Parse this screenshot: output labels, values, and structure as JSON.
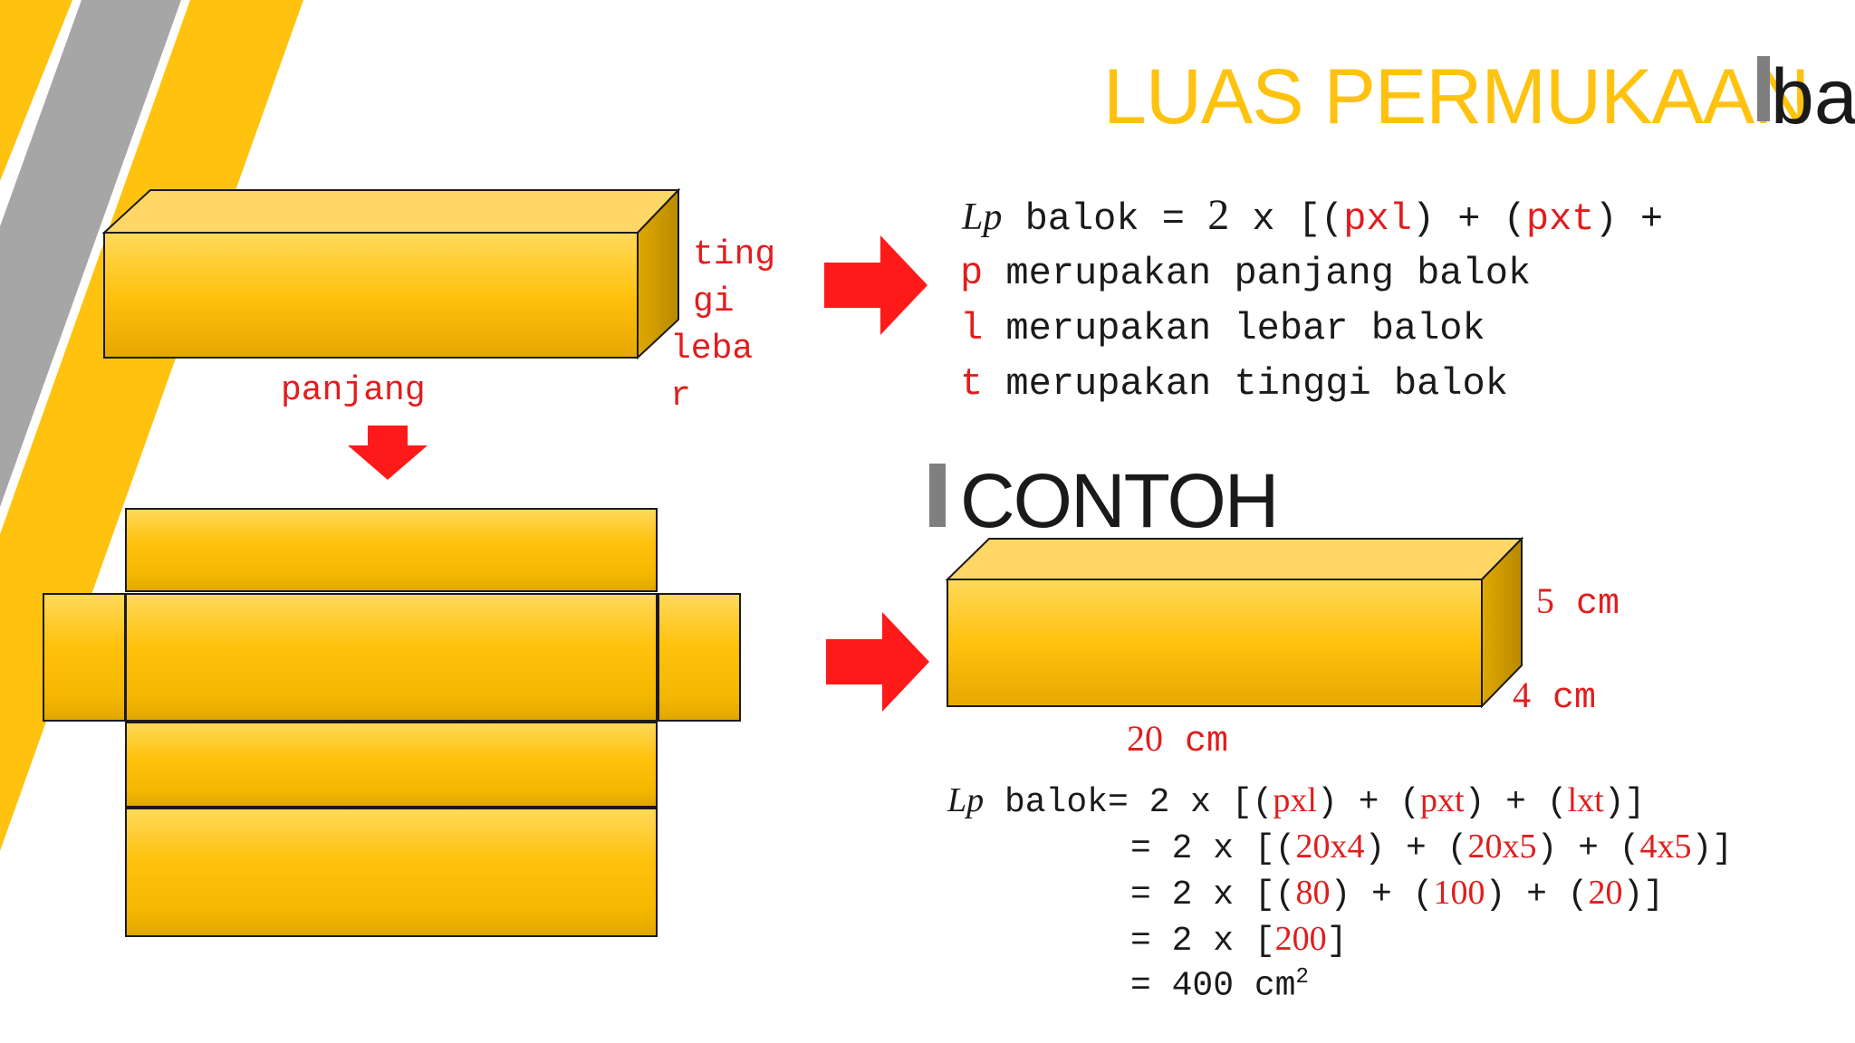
{
  "title": {
    "part1": "LUAS PERMUKAAN",
    "part2": "bal"
  },
  "diagram_labels": {
    "tinggi_1": "ting",
    "tinggi_2": "gi",
    "lebar_1": "leba",
    "lebar_2": "r",
    "panjang": "panjang"
  },
  "formula": {
    "lp": "Lp",
    "balok": " balok = ",
    "two": "2",
    "x": " x [(",
    "pxl": "pxl",
    "close_plus": ") + (",
    "pxt": "pxt",
    "tail": ") +"
  },
  "definitions": [
    {
      "var": "p",
      "text": " merupakan panjang balok"
    },
    {
      "var": "l",
      "text": " merupakan lebar balok"
    },
    {
      "var": "t",
      "text": " merupakan tinggi balok"
    }
  ],
  "contoh": "CONTOH",
  "example_dims": {
    "tinggi_num": "5",
    "tinggi_unit": " cm",
    "lebar_num": "4",
    "lebar_unit": " cm",
    "panjang_num": "20",
    "panjang_unit": " cm"
  },
  "calc": {
    "lp": "Lp",
    "balok": " balok",
    "l1": {
      "eq": "= 2 x [(",
      "a": "pxl",
      "b": ") + (",
      "c": "pxt",
      "d": ") + (",
      "e": "lxt",
      "f": ")]"
    },
    "l2": {
      "eq": "= 2 x [(",
      "a": "20x4",
      "b": ") + (",
      "c": "20x5",
      "d": ") + (",
      "e": "4x5",
      "f": ")]"
    },
    "l3": {
      "eq": "= 2 x [(",
      "a": "80",
      "b": ") + (",
      "c": "100",
      "d": ") + (",
      "e": "20",
      "f": ")]"
    },
    "l4": {
      "eq": "= 2 x [",
      "a": "200",
      "b": "]"
    },
    "l5": {
      "eq": "= 400 cm",
      "sup": "2"
    }
  },
  "colors": {
    "accent_yellow": "#ffc20e",
    "stripe_gray": "#a6a6a6",
    "arrow_red": "#ff1a1a",
    "text_red": "#e11d1d"
  }
}
